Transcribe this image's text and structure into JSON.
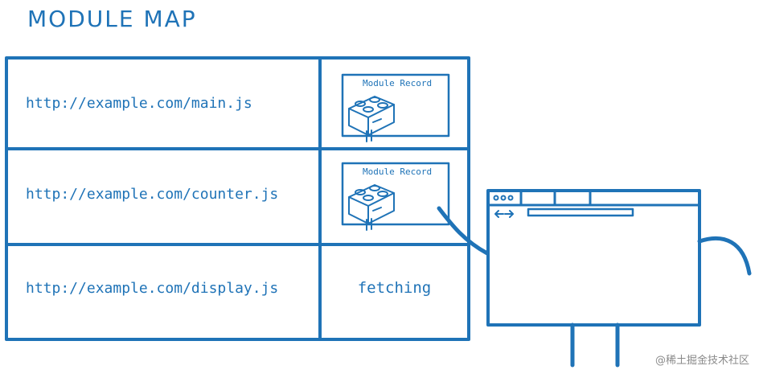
{
  "title": "MODULE MAP",
  "rows": [
    {
      "url": "http://example.com/main.js",
      "status": "Module Record"
    },
    {
      "url": "http://example.com/counter.js",
      "status": "Module Record"
    },
    {
      "url": "http://example.com/display.js",
      "status": "fetching"
    }
  ],
  "watermark": "@稀土掘金技术社区",
  "colors": {
    "stroke": "#1f73b7",
    "watermark": "#8a8a8a"
  }
}
